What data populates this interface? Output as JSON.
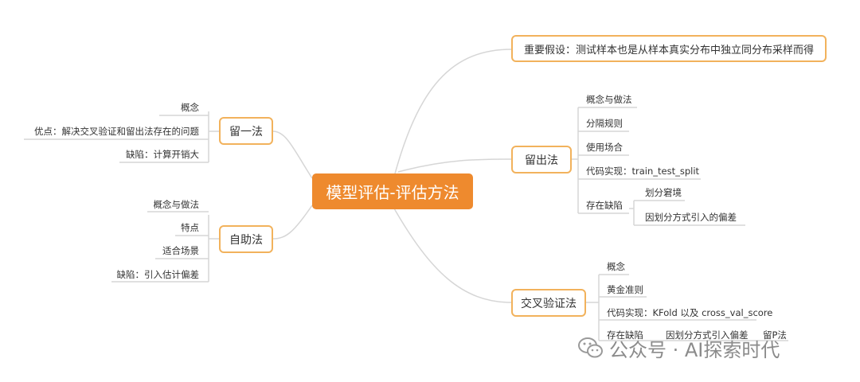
{
  "central": "模型评估-评估方法",
  "assumption": "重要假设：测试样本也是从样本真实分布中独立同分布采样而得",
  "liuyi": {
    "label": "留一法",
    "items": [
      "概念",
      "优点：解决交叉验证和留出法存在的问题",
      "缺陷：计算开销大"
    ]
  },
  "zizhu": {
    "label": "自助法",
    "items": [
      "概念与做法",
      "特点",
      "适合场景",
      "缺陷：引入估计偏差"
    ]
  },
  "liuchu": {
    "label": "留出法",
    "items": [
      "概念与做法",
      "分隔规则",
      "使用场合",
      "代码实现：train_test_split",
      "存在缺陷"
    ],
    "defects": [
      "划分窘境",
      "因划分方式引入的偏差"
    ]
  },
  "jiaocha": {
    "label": "交叉验证法",
    "items": [
      "概念",
      "黄金准则",
      "代码实现：KFold 以及 cross_val_score",
      "存在缺陷"
    ],
    "defects": [
      "因划分方式引入偏差",
      "留P法"
    ]
  },
  "watermark": "公众号 · AI探索时代",
  "colors": {
    "central": "#ee8a2e",
    "border": "#f2b25c",
    "line": "#d3d3d3"
  }
}
